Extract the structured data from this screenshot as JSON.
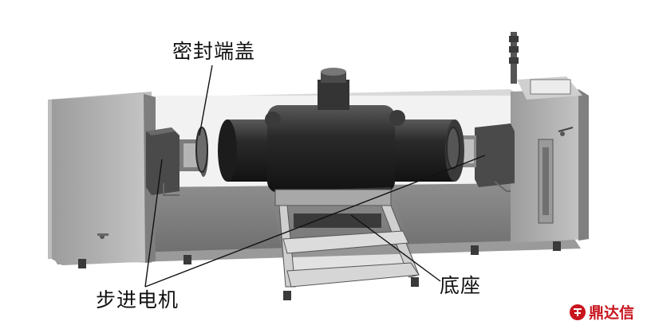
{
  "labels": {
    "seal_end_cap": "密封端盖",
    "stepper_motor": "步进电机",
    "base": "底座"
  },
  "watermark": {
    "text": "鼎达信"
  },
  "colors": {
    "frame_light": "#bdbdbd",
    "frame_dark": "#7a7a7a",
    "vessel": "#262626",
    "accent_red": "#c8141e"
  }
}
